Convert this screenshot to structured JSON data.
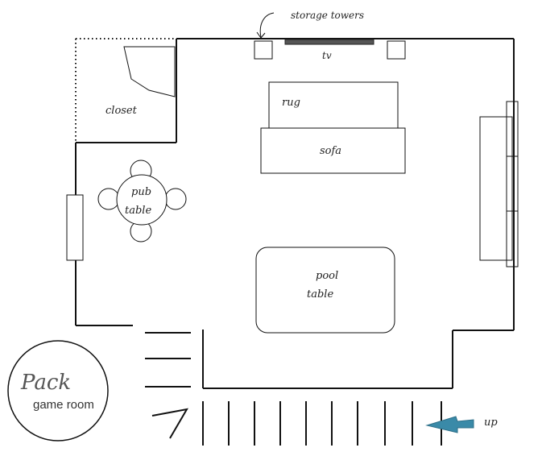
{
  "labels": {
    "storage_towers": "storage towers",
    "tv": "tv",
    "rug": "rug",
    "sofa": "sofa",
    "closet": "closet",
    "pub_table_line1": "pub",
    "pub_table_line2": "table",
    "pool_table_line1": "pool",
    "pool_table_line2": "table",
    "up": "up"
  },
  "logo": {
    "script": "Pack",
    "subtitle": "game room"
  },
  "colors": {
    "line": "#111111",
    "tv": "#555555",
    "up_arrow": "#3a8aa8"
  }
}
